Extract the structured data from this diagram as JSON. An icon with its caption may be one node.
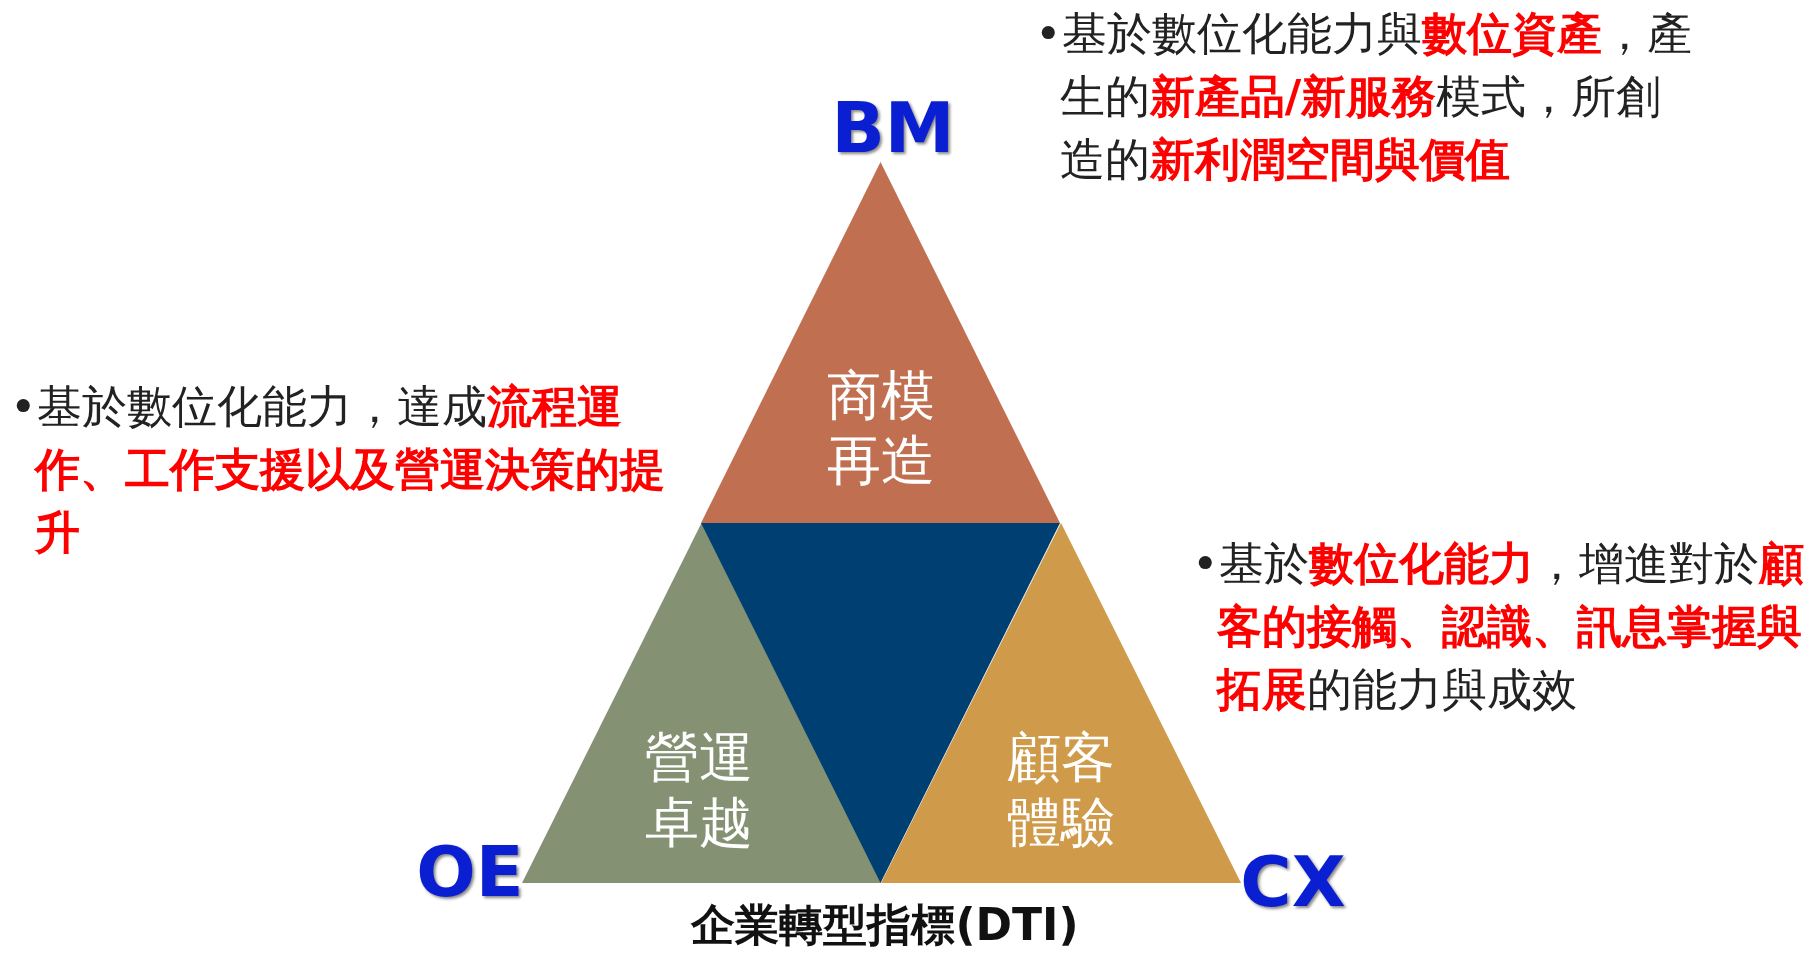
{
  "diagram": {
    "title": "企業轉型指標(DTI)",
    "nodes": [
      {
        "text": [
          "商模再造"
        ],
        "beside": [
          "BM"
        ]
      },
      {
        "text": [
          "營運卓越"
        ],
        "beside": [
          "OE"
        ]
      },
      {
        "text": [],
        "shape": "triangle"
      },
      {
        "text": [
          "顧客體驗"
        ],
        "beside": [
          "CX"
        ]
      }
    ],
    "labels": [
      "•基於數位化能力與**數位資產**，產生的**新產品/新服務**模式，所創造的**新利潤空間與價值**",
      "•基於數位化能力，達成**流程運作、工作支援以及營運決策的提升**",
      "•基於**數位化能力**，增進對於**顧客的接觸、認識、訊息掌握與拓展**的能力與成效"
    ]
  }
}
